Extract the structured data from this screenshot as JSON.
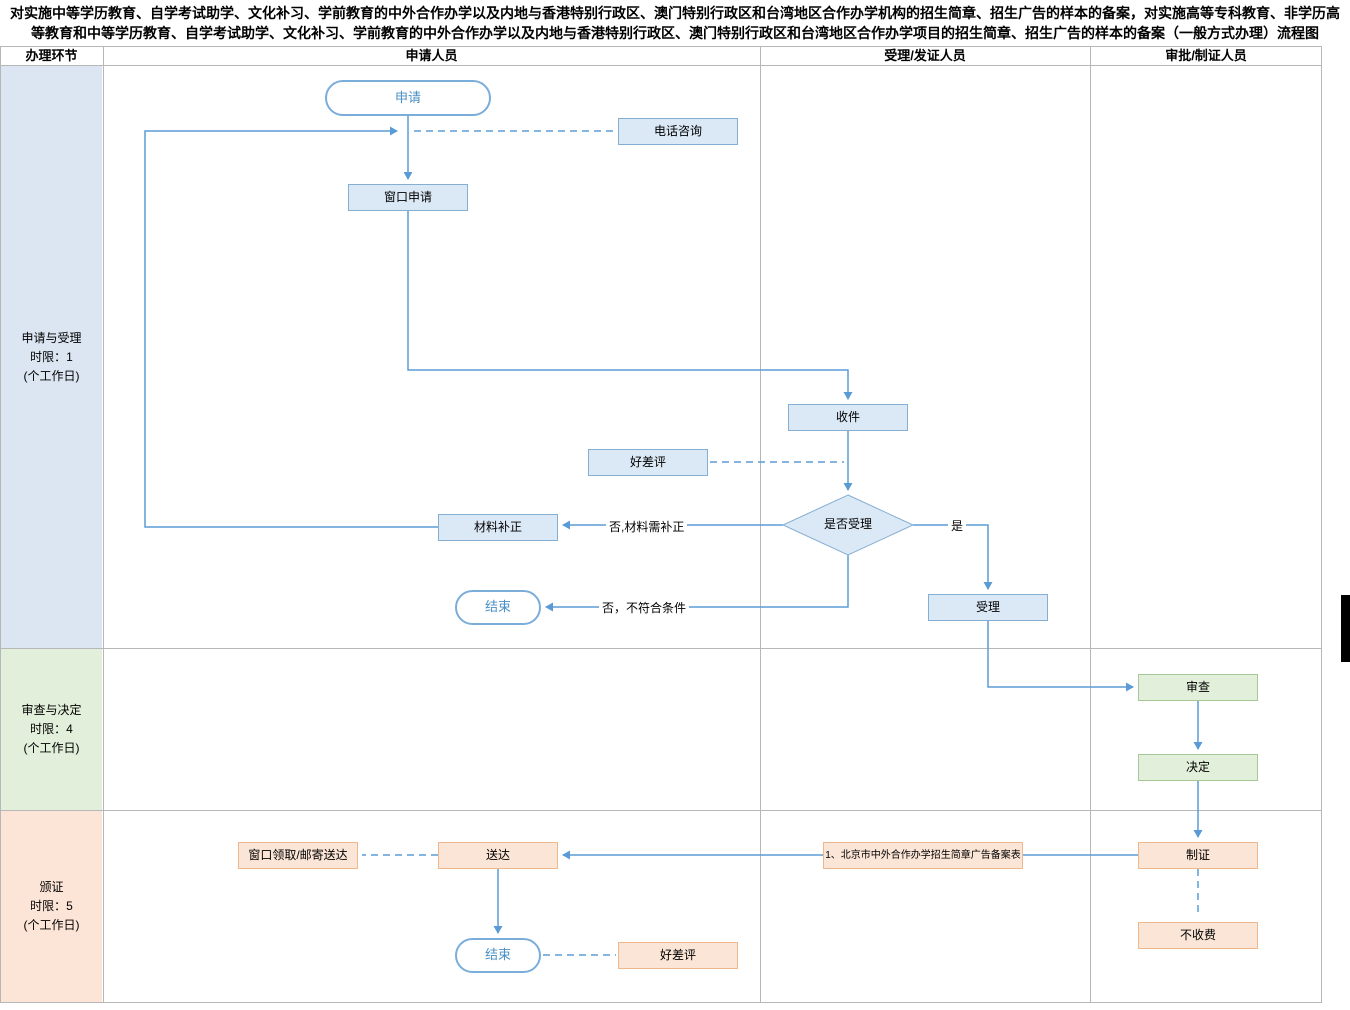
{
  "title": {
    "line1": "对实施中等学历教育、自学考试助学、文化补习、学前教育的中外合作办学以及内地与香港特别行政区、澳门特别行政区和台湾地区合作办学机构的招生简章、招生广告的样本的备案，对实施高等专科教育、非学历高",
    "line2": "等教育和中等学历教育、自学考试助学、文化补习、学前教育的中外合作办学以及内地与香港特别行政区、澳门特别行政区和台湾地区合作办学项目的招生简章、招生广告的样本的备案（一般方式办理）流程图"
  },
  "headers": [
    "办理环节",
    "申请人员",
    "受理/发证人员",
    "审批/制证人员"
  ],
  "lanes": [
    {
      "name": "申请与受理",
      "limit": "时限：1",
      "unit": "(个工作日)"
    },
    {
      "name": "审查与决定",
      "limit": "时限：4",
      "unit": "(个工作日)"
    },
    {
      "name": "颁证",
      "limit": "时限：5",
      "unit": "(个工作日)"
    }
  ],
  "nodes": {
    "apply": "申请",
    "phone_consult": "电话咨询",
    "window_apply": "窗口申请",
    "receive": "收件",
    "rating_1": "好差评",
    "accept_decision": "是否受理",
    "material_fix": "材料补正",
    "end_1": "结束",
    "accept": "受理",
    "review": "审查",
    "decide": "决定",
    "make_cert": "制证",
    "record_form": "1、北京市中外合作办学招生简章广告备案表",
    "deliver": "送达",
    "pickup": "窗口领取/邮寄送达",
    "end_2": "结束",
    "rating_2": "好差评",
    "no_fee": "不收费"
  },
  "edge_labels": {
    "yes": "是",
    "no_fix": "否,材料需补正",
    "no_reject": "否，不符合条件"
  },
  "colors": {
    "line_blue": "#5b9bd5",
    "box_blue_fill": "#dbe8f6",
    "box_green_fill": "#e2efda",
    "box_orange_fill": "#fbe5d6",
    "lane_blue": "#dce6f2",
    "lane_green": "#e2efda",
    "lane_orange": "#fce4d6",
    "grid_gray": "#b7b7b7"
  }
}
